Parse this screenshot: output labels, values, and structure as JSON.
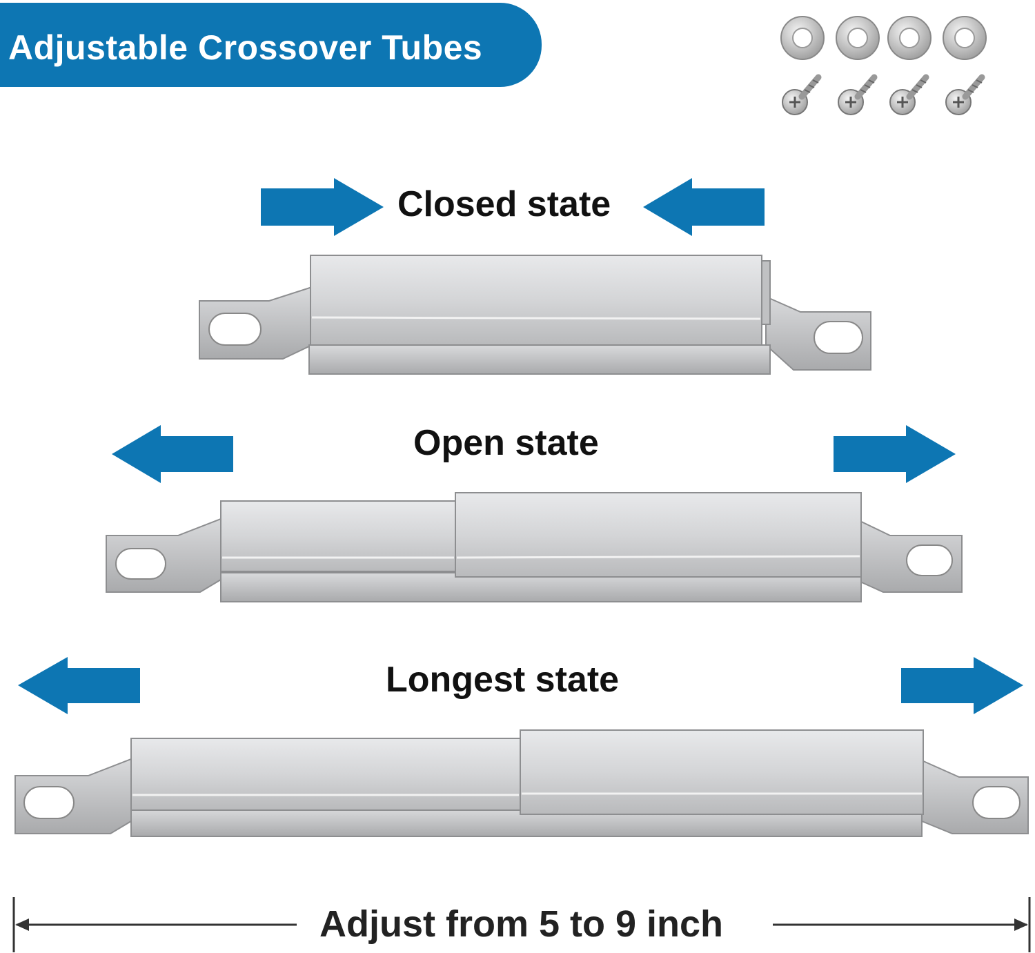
{
  "banner": {
    "title": "Adjustable Crossover Tubes"
  },
  "states": {
    "closed": "Closed state",
    "open": "Open state",
    "longest": "Longest state"
  },
  "adjust": {
    "text": "Adjust from 5 to 9 inch"
  },
  "colors": {
    "accent": "#0d76b3",
    "metal": "#c8c9cb"
  },
  "icons": {
    "arrow": "arrow-icon",
    "washer": "washer-icon",
    "screw": "screw-icon"
  }
}
